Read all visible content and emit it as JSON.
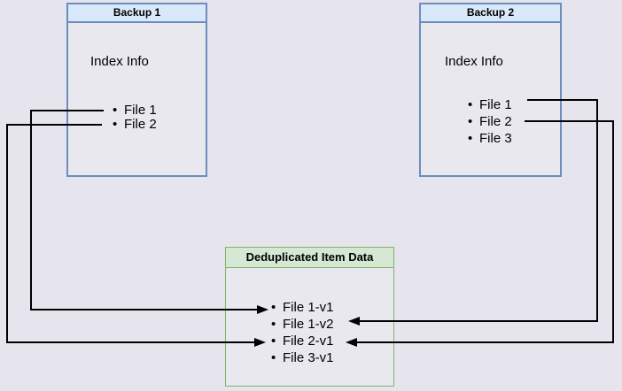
{
  "diagram": {
    "backup1": {
      "title": "Backup 1",
      "subtitle": "Index Info",
      "files": [
        "File 1",
        "File 2"
      ]
    },
    "backup2": {
      "title": "Backup 2",
      "subtitle": "Index Info",
      "files": [
        "File 1",
        "File 2",
        "File 3"
      ]
    },
    "dedup": {
      "title": "Deduplicated Item Data",
      "items": [
        "File 1-v1",
        "File 1-v2",
        "File 2-v1",
        "File 3-v1"
      ]
    },
    "connections": [
      {
        "from": "Backup 1 / File 1",
        "to": "File 1-v1",
        "route": "left"
      },
      {
        "from": "Backup 1 / File 2",
        "to": "File 2-v1",
        "route": "left"
      },
      {
        "from": "Backup 2 / File 1",
        "to": "File 1-v2",
        "route": "right"
      },
      {
        "from": "Backup 2 / File 2",
        "to": "File 2-v1",
        "route": "right"
      }
    ]
  },
  "colors": {
    "page_bg": "#e6e5ed",
    "node_fill": "#e9e8ee",
    "blue_fill": "#dae8fc",
    "blue_border": "#6c8ebf",
    "green_fill": "#d5e8d4",
    "green_border": "#82b366",
    "line": "#000000",
    "text": "#000000"
  }
}
